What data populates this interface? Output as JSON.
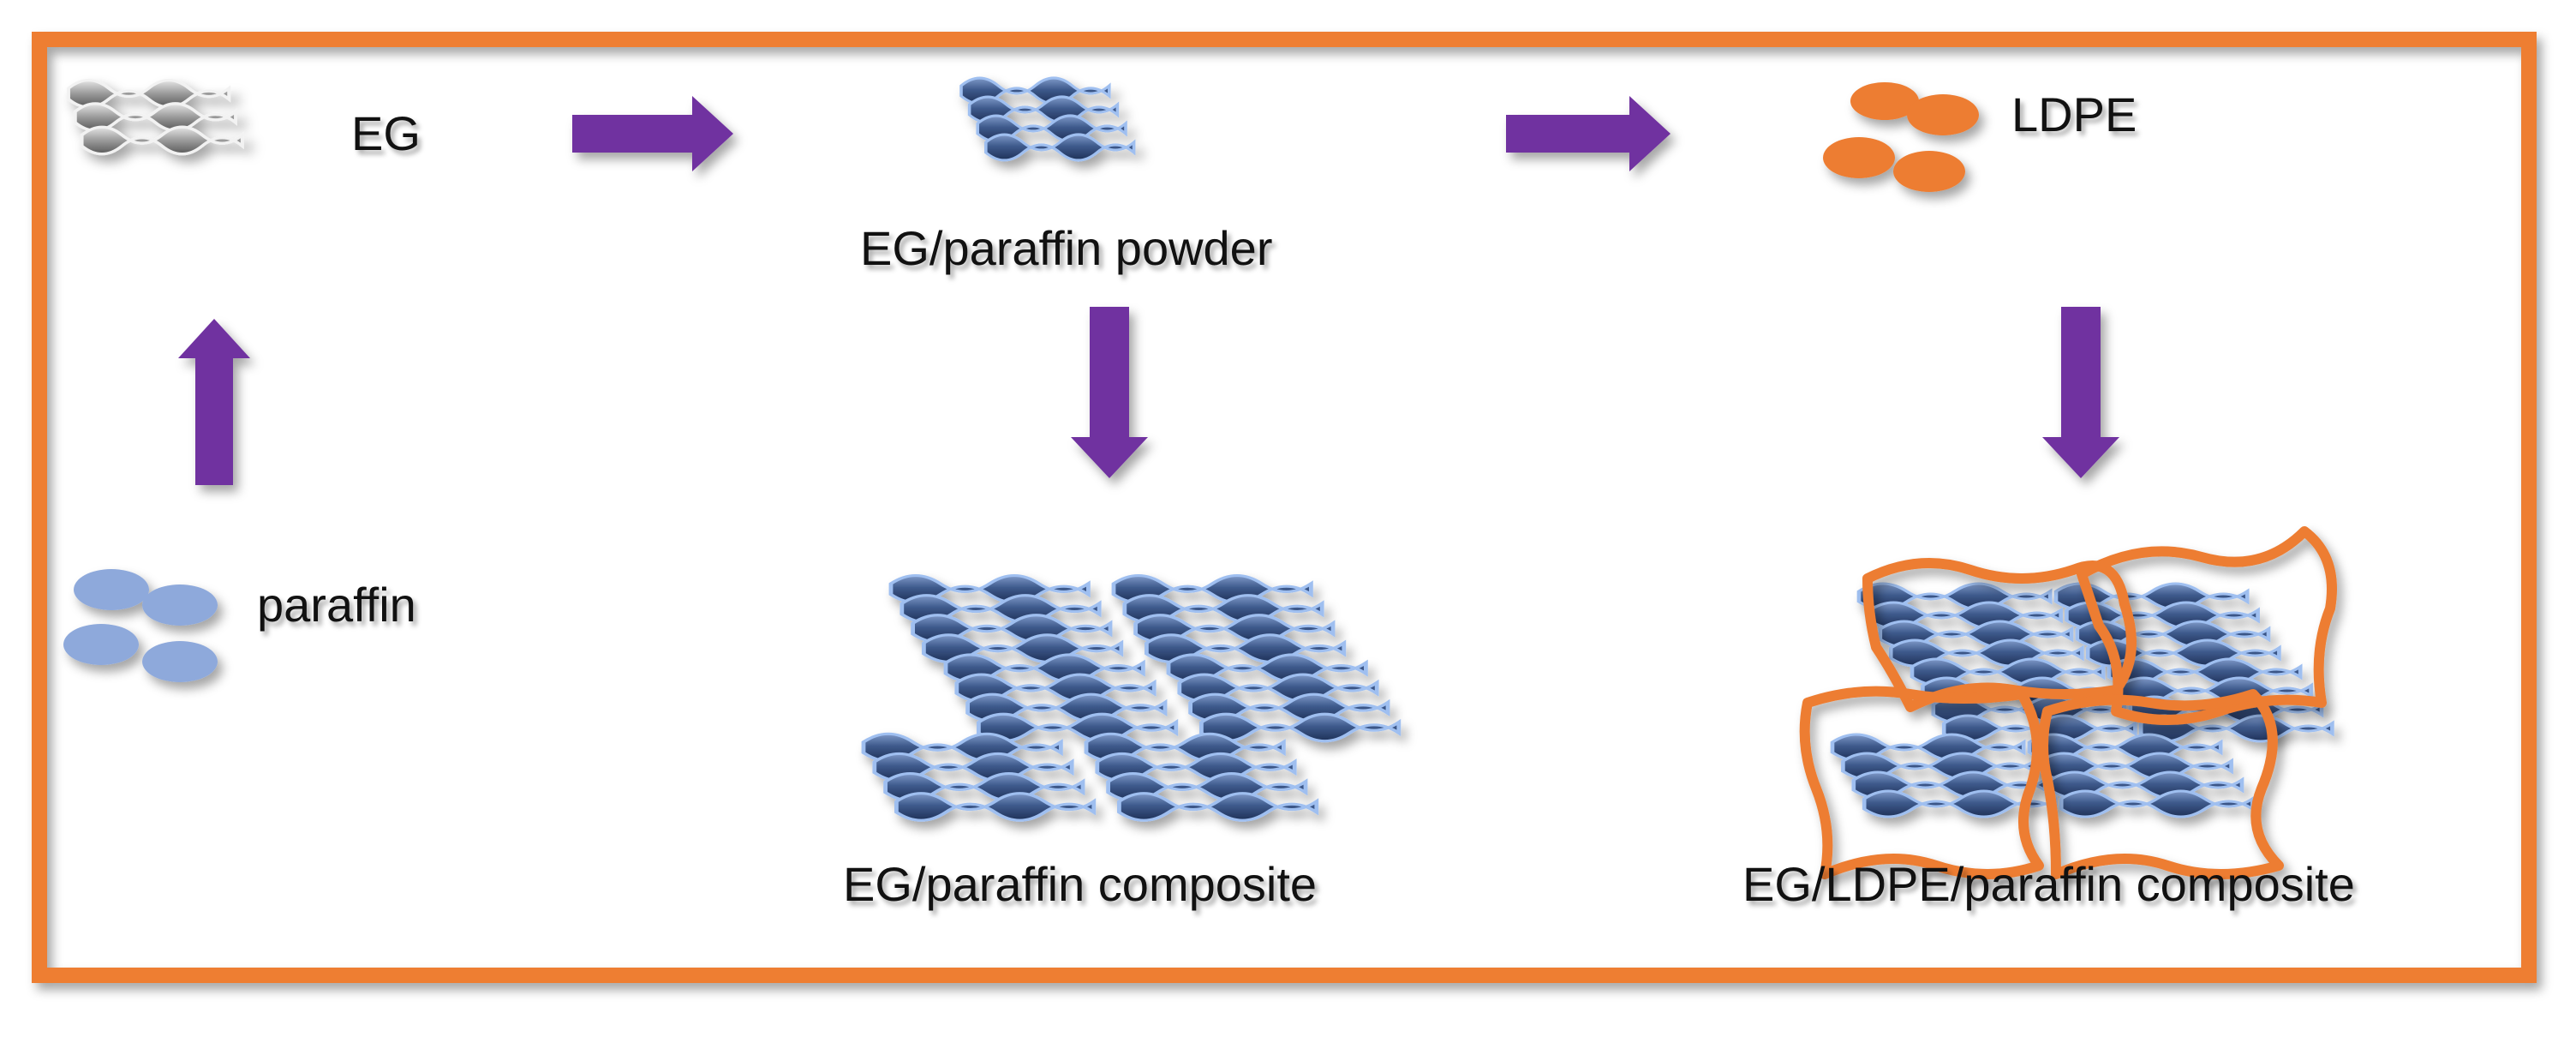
{
  "labels": {
    "eg": "EG",
    "paraffin": "paraffin",
    "eg_paraffin_powder": "EG/paraffin powder",
    "ldpe": "LDPE",
    "eg_paraffin_composite": "EG/paraffin composite",
    "eg_ldpe_paraffin_composite": "EG/LDPE/paraffin composite"
  },
  "colors": {
    "frame": "#EE7E31",
    "arrow": "#7030A0",
    "paraffin": "#8EA9DB",
    "ldpe": "#ED7D31",
    "eg_gray": "#8C8C8C",
    "eg_blue": "#2F4B7C"
  }
}
